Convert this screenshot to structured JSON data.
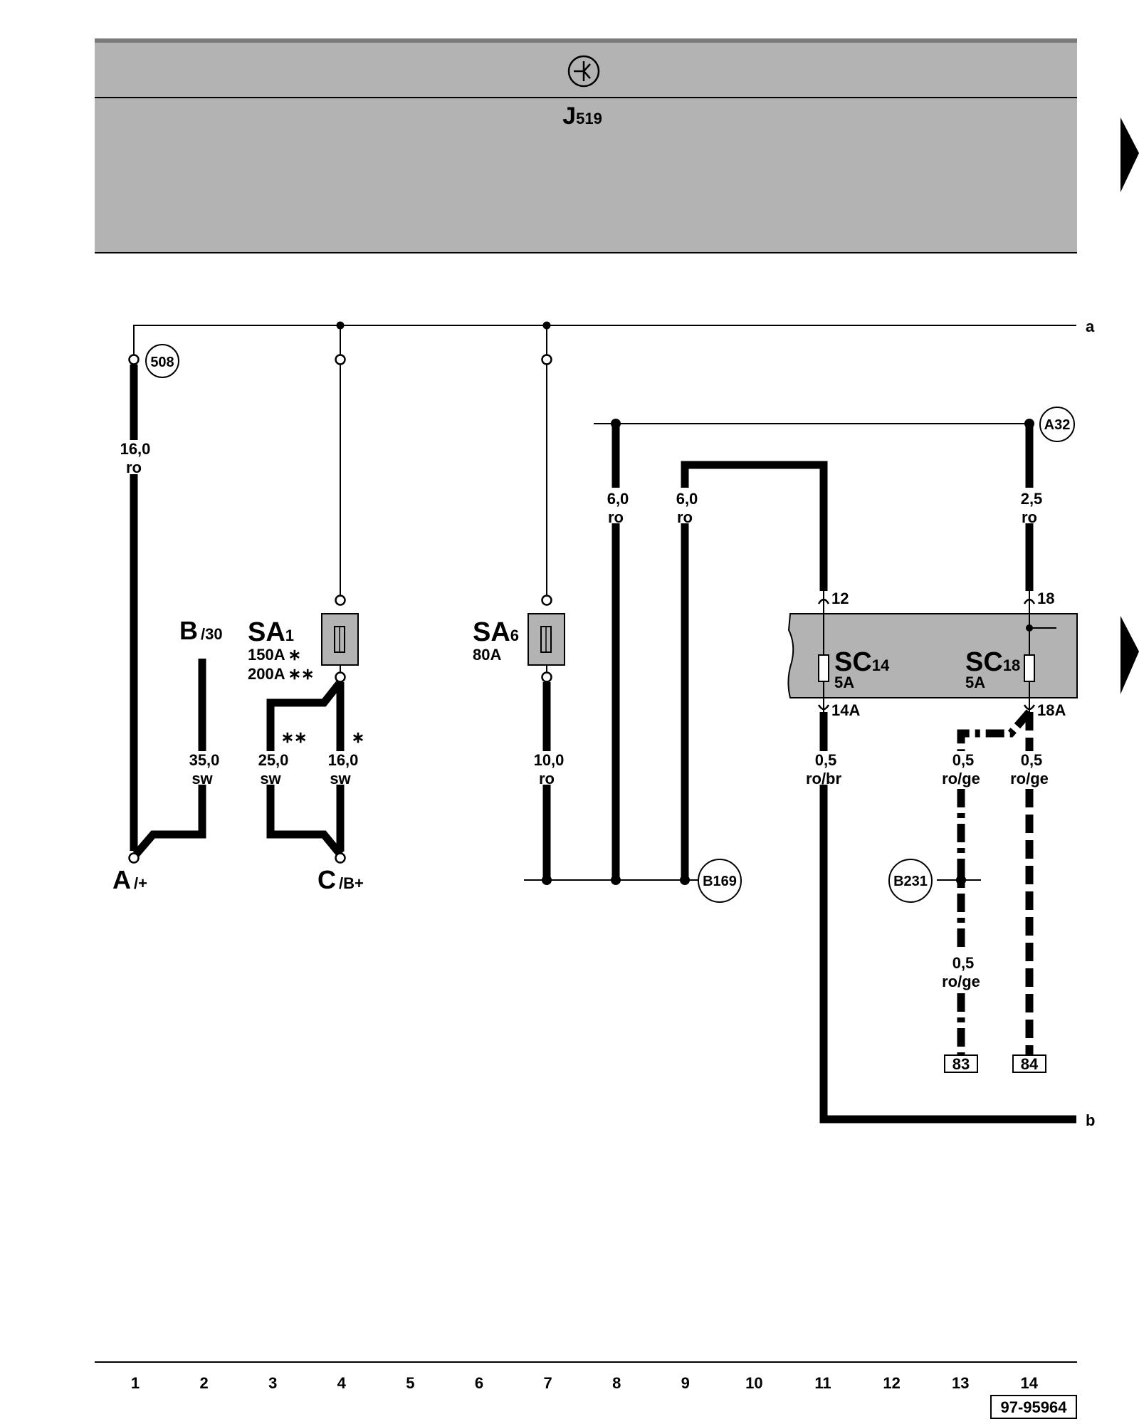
{
  "header": {
    "module_symbol": "ground-symbol-icon",
    "module_main": "J",
    "module_sub": "519"
  },
  "lines": {
    "top_right": "a",
    "bottom_right": "b"
  },
  "connectors": {
    "c508": "508",
    "a32": "A32",
    "b169": "B169",
    "b231": "B231"
  },
  "terminals": {
    "a": {
      "main": "A",
      "sub": "/+"
    },
    "b": {
      "main": "B",
      "sub": "/30"
    },
    "c": {
      "main": "C",
      "sub": "/B+"
    }
  },
  "fuses": {
    "sa1": {
      "main": "SA",
      "sub": "1",
      "rating1": "150A",
      "mark1": "∗",
      "rating2": "200A",
      "mark2": "∗∗"
    },
    "sa6": {
      "main": "SA",
      "sub": "6",
      "rating": "80A"
    },
    "sc14": {
      "main": "SC",
      "sub": "14",
      "rating": "5A"
    },
    "sc18": {
      "main": "SC",
      "sub": "18",
      "rating": "5A"
    }
  },
  "pins": {
    "p12": "12",
    "p14a": "14A",
    "p18": "18",
    "p18a": "18A"
  },
  "wires": [
    {
      "id": "w1",
      "size": "16,0",
      "color": "ro"
    },
    {
      "id": "w2",
      "size": "35,0",
      "color": "sw"
    },
    {
      "id": "w3",
      "size": "25,0",
      "color": "sw"
    },
    {
      "id": "w4",
      "size": "16,0",
      "color": "sw"
    },
    {
      "id": "w7",
      "size": "10,0",
      "color": "ro"
    },
    {
      "id": "w8",
      "size": "6,0",
      "color": "ro"
    },
    {
      "id": "w9",
      "size": "6,0",
      "color": "ro"
    },
    {
      "id": "w14t",
      "size": "2,5",
      "color": "ro"
    },
    {
      "id": "w11",
      "size": "0,5",
      "color": "ro/br"
    },
    {
      "id": "w13a",
      "size": "0,5",
      "color": "ro/ge"
    },
    {
      "id": "w14b",
      "size": "0,5",
      "color": "ro/ge"
    },
    {
      "id": "w13b",
      "size": "0,5",
      "color": "ro/ge"
    }
  ],
  "variant_marks": {
    "double": "∗∗",
    "single": "∗"
  },
  "destinations": {
    "d83": "83",
    "d84": "84"
  },
  "grid": [
    "1",
    "2",
    "3",
    "4",
    "5",
    "6",
    "7",
    "8",
    "9",
    "10",
    "11",
    "12",
    "13",
    "14"
  ],
  "doc_number": "97-95964",
  "colors": {
    "panel_fill": "#b3b3b3",
    "ink": "#000000"
  }
}
